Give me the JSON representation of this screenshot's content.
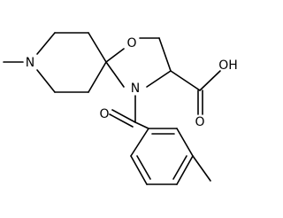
{
  "molecule": {
    "atoms": {
      "amine_n": "N",
      "ring_o": "O",
      "amide_n": "N",
      "carbonyl_o": "O",
      "acid_oh": "OH",
      "acid_o": "O"
    }
  }
}
